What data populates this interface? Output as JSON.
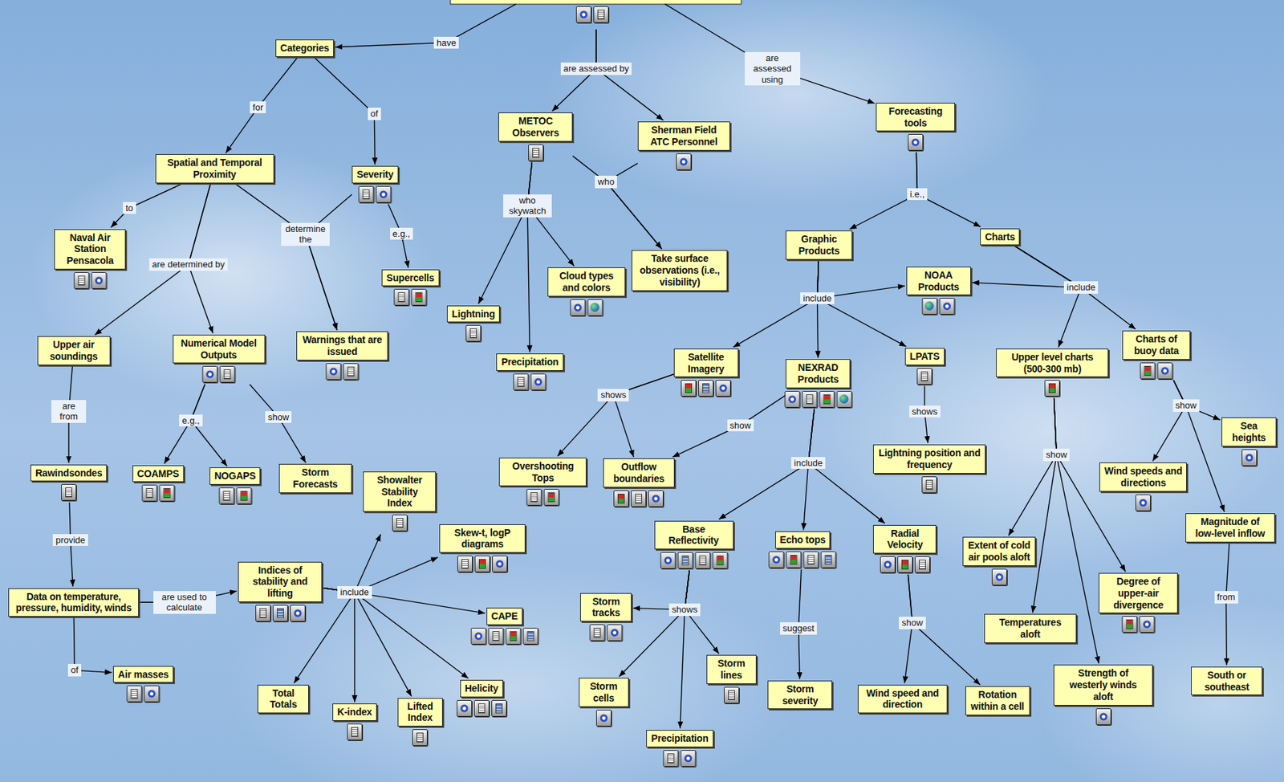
{
  "diagram": {
    "nodes": [
      {
        "text": [
          "Categories"
        ]
      },
      {
        "text": [
          "Spatial and Temporal Proximity"
        ]
      },
      {
        "text": [
          "Severity"
        ]
      },
      {
        "text": [
          "Naval Air Station Pensacola"
        ]
      },
      {
        "text": [
          "Upper air soundings"
        ]
      },
      {
        "text": [
          "Numerical Model Outputs"
        ]
      },
      {
        "text": [
          "Warnings that are issued"
        ]
      },
      {
        "text": [
          "Supercells"
        ]
      },
      {
        "text": [
          "Rawindsondes"
        ]
      },
      {
        "text": [
          "COAMPS"
        ]
      },
      {
        "text": [
          "NOGAPS"
        ]
      },
      {
        "text": [
          "Storm Forecasts"
        ]
      },
      {
        "text": [
          "Data on temperature, pressure, humidity, winds"
        ]
      },
      {
        "text": [
          "Air masses"
        ]
      },
      {
        "text": [
          "Indices of stability and lifting"
        ]
      },
      {
        "text": [
          "Showalter Stability Index"
        ]
      },
      {
        "text": [
          "Skew-t, logP diagrams"
        ]
      },
      {
        "text": [
          "CAPE"
        ]
      },
      {
        "text": [
          "Helicity"
        ]
      },
      {
        "text": [
          "Lifted Index"
        ]
      },
      {
        "text": [
          "K-index"
        ]
      },
      {
        "text": [
          "Total Totals"
        ]
      },
      {
        "text": [
          "METOC Observers"
        ]
      },
      {
        "text": [
          "Sherman Field ATC Personnel"
        ]
      },
      {
        "text": [
          "Take surface observations (i.e., visibility)"
        ]
      },
      {
        "text": [
          "Lightning"
        ]
      },
      {
        "text": [
          "Precipitation"
        ]
      },
      {
        "text": [
          "Cloud types and colors"
        ]
      },
      {
        "text": [
          "Forecasting tools"
        ]
      },
      {
        "text": [
          "Graphic Products"
        ]
      },
      {
        "text": [
          "Charts"
        ]
      },
      {
        "text": [
          "NOAA Products"
        ]
      },
      {
        "text": [
          "Satellite Imagery"
        ]
      },
      {
        "text": [
          "NEXRAD Products"
        ]
      },
      {
        "text": [
          "LPATS"
        ]
      },
      {
        "text": [
          "Overshooting Tops"
        ]
      },
      {
        "text": [
          "Outflow boundaries"
        ]
      },
      {
        "text": [
          "Lightning position and frequency"
        ]
      },
      {
        "text": [
          "Base Reflectivity"
        ]
      },
      {
        "text": [
          "Echo tops"
        ]
      },
      {
        "text": [
          "Radial Velocity"
        ]
      },
      {
        "text": [
          "Storm tracks"
        ]
      },
      {
        "text": [
          "Storm cells"
        ]
      },
      {
        "text": [
          "Precipitation"
        ]
      },
      {
        "text": [
          "Storm lines"
        ]
      },
      {
        "text": [
          "Storm severity"
        ]
      },
      {
        "text": [
          "Wind speed and direction"
        ]
      },
      {
        "text": [
          "Rotation within a cell"
        ]
      },
      {
        "text": [
          "Upper level charts (500-300 mb)"
        ]
      },
      {
        "text": [
          "Charts of buoy data"
        ]
      },
      {
        "text": [
          "Extent of cold air pools aloft"
        ]
      },
      {
        "text": [
          "Temperatures aloft"
        ]
      },
      {
        "text": [
          "Strength of westerly winds aloft"
        ]
      },
      {
        "text": [
          "Degree of upper-air divergence"
        ]
      },
      {
        "text": [
          "Wind speeds and directions"
        ]
      },
      {
        "text": [
          "Sea heights"
        ]
      },
      {
        "text": [
          "Magnitude of low-level inflow"
        ]
      },
      {
        "text": [
          "South or southeast"
        ]
      }
    ],
    "edges": [
      {
        "from": 0,
        "to": 1,
        "label": "for",
        "arrow": "to"
      },
      {
        "from": 0,
        "to": 2,
        "label": "of",
        "arrow": "to"
      },
      {
        "from": 1,
        "to": 3,
        "label": "to",
        "arrow": "to"
      },
      {
        "from": 1,
        "to": 4,
        "label": "are determined by",
        "arrow": "to"
      },
      {
        "from": 1,
        "to": 5,
        "arrow": "to"
      },
      {
        "from": 1,
        "to": 6,
        "label": "determine the",
        "arrow": "to"
      },
      {
        "from": 2,
        "to": 6,
        "arrow": "to"
      },
      {
        "from": 2,
        "to": 7,
        "label": "e.g.,",
        "arrow": "to"
      },
      {
        "from": 4,
        "to": 8,
        "label": "are from",
        "arrow": "to"
      },
      {
        "from": 5,
        "to": 9,
        "label": "e.g.,",
        "arrow": "to"
      },
      {
        "from": 5,
        "to": 10,
        "arrow": "to"
      },
      {
        "from": 5,
        "to": 11,
        "label": "show",
        "arrow": "to"
      },
      {
        "from": 8,
        "to": 12,
        "label": "provide",
        "arrow": "to"
      },
      {
        "from": 12,
        "to": 14,
        "label": "are used to calculate",
        "arrow": "to"
      },
      {
        "from": 12,
        "to": 13,
        "label": "of",
        "arrow": "to"
      },
      {
        "from": 14,
        "to": 15,
        "label": "include",
        "arrow": "to"
      },
      {
        "from": 14,
        "to": 16,
        "arrow": "to"
      },
      {
        "from": 14,
        "to": 17,
        "arrow": "to"
      },
      {
        "from": 14,
        "to": 18,
        "arrow": "to"
      },
      {
        "from": 14,
        "to": 19,
        "arrow": "to"
      },
      {
        "from": 14,
        "to": 20,
        "arrow": "to"
      },
      {
        "from": 14,
        "to": 21,
        "arrow": "to"
      },
      {
        "from": 22,
        "to": 24,
        "label": "who",
        "arrow": "to"
      },
      {
        "from": 23,
        "to": 24,
        "arrow": "to"
      },
      {
        "from": 22,
        "to": 25,
        "label": "who skywatch",
        "arrow": "to"
      },
      {
        "from": 22,
        "to": 26,
        "arrow": "to"
      },
      {
        "from": 22,
        "to": 27,
        "arrow": "to"
      },
      {
        "from": 28,
        "to": 29,
        "label": "i.e.,",
        "arrow": "to"
      },
      {
        "from": 28,
        "to": 30,
        "arrow": "to"
      },
      {
        "from": 29,
        "to": 31,
        "label": "include",
        "arrow": "to"
      },
      {
        "from": 29,
        "to": 32,
        "arrow": "to"
      },
      {
        "from": 29,
        "to": 33,
        "arrow": "to"
      },
      {
        "from": 29,
        "to": 34,
        "arrow": "to"
      },
      {
        "from": 30,
        "to": 31,
        "label": "include",
        "arrow": "to"
      },
      {
        "from": 30,
        "to": 48,
        "arrow": "to"
      },
      {
        "from": 30,
        "to": 49,
        "arrow": "to"
      },
      {
        "from": 32,
        "to": 35,
        "label": "shows",
        "arrow": "to"
      },
      {
        "from": 32,
        "to": 36,
        "arrow": "to"
      },
      {
        "from": 33,
        "to": 36,
        "label": "show",
        "arrow": "to"
      },
      {
        "from": 33,
        "to": 38,
        "label": "include",
        "arrow": "to"
      },
      {
        "from": 33,
        "to": 39,
        "arrow": "to"
      },
      {
        "from": 33,
        "to": 40,
        "arrow": "to"
      },
      {
        "from": 34,
        "to": 37,
        "label": "shows",
        "arrow": "to"
      },
      {
        "from": 38,
        "to": 41,
        "label": "shows",
        "arrow": "to"
      },
      {
        "from": 38,
        "to": 42,
        "arrow": "to"
      },
      {
        "from": 38,
        "to": 43,
        "arrow": "to"
      },
      {
        "from": 38,
        "to": 44,
        "arrow": "to"
      },
      {
        "from": 39,
        "to": 45,
        "label": "suggest",
        "arrow": "to"
      },
      {
        "from": 40,
        "to": 46,
        "label": "show",
        "arrow": "to"
      },
      {
        "from": 40,
        "to": 47,
        "arrow": "to"
      },
      {
        "from": 48,
        "to": 50,
        "label": "show",
        "arrow": "to"
      },
      {
        "from": 48,
        "to": 51,
        "arrow": "to"
      },
      {
        "from": 48,
        "to": 52,
        "arrow": "to"
      },
      {
        "from": 48,
        "to": 53,
        "arrow": "to"
      },
      {
        "from": 49,
        "to": 54,
        "label": "show",
        "arrow": "to"
      },
      {
        "from": 49,
        "to": 55,
        "arrow": "to"
      },
      {
        "from": 49,
        "to": 56,
        "arrow": "to"
      },
      {
        "from": 56,
        "to": 57,
        "label": "from",
        "arrow": "to"
      }
    ],
    "labels": [
      "have",
      "are assessed by",
      "are assessed using"
    ]
  }
}
